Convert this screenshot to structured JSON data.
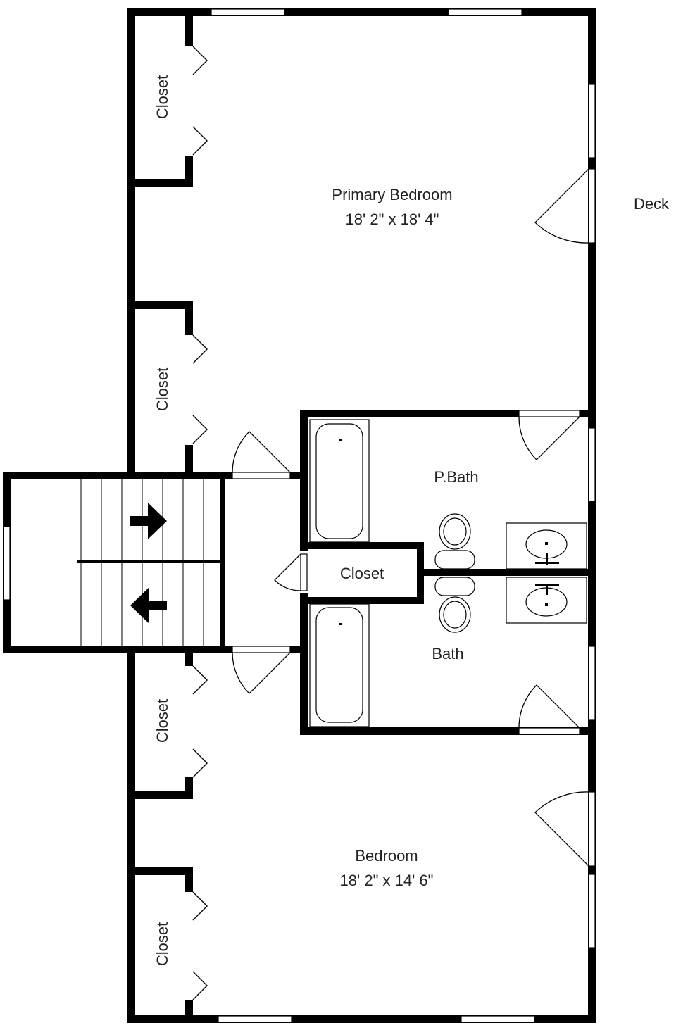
{
  "rooms": {
    "primary_bedroom": {
      "name": "Primary Bedroom",
      "dims": "18' 2\" x 18' 4\""
    },
    "bedroom": {
      "name": "Bedroom",
      "dims": "18' 2\" x 14' 6\""
    },
    "primary_bath": {
      "name": "P.Bath"
    },
    "bath": {
      "name": "Bath"
    },
    "center_closet": {
      "name": "Closet"
    },
    "deck": {
      "name": "Deck"
    }
  },
  "closets": [
    "Closet",
    "Closet",
    "Closet",
    "Closet"
  ],
  "colors": {
    "wall": "#000000",
    "background": "#ffffff",
    "text": "#222222"
  }
}
